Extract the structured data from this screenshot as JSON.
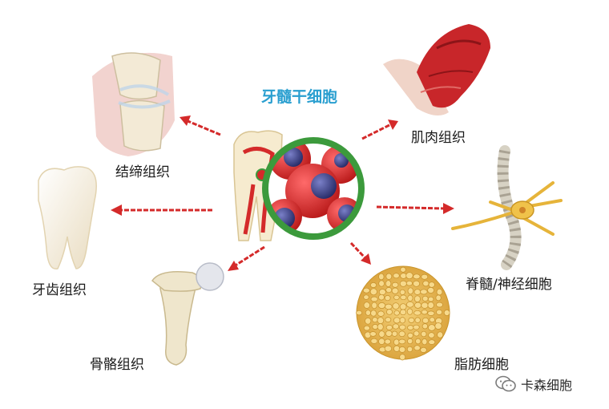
{
  "title": "牙髓干细胞",
  "targets": {
    "muscle": "肌肉组织",
    "connective": "结缔组织",
    "tooth": "牙齿组织",
    "nerve": "脊髓/神经细胞",
    "bone": "骨骼组织",
    "fat": "脂肪细胞"
  },
  "watermark": {
    "icon": "wechat-icon",
    "text": "卡森细胞"
  },
  "colors": {
    "title": "#2a9fd0",
    "arrow": "#d42a2a",
    "ring": "#3c9a3c",
    "cell": "#d42a2a",
    "nucleus": "#3b3f86"
  }
}
